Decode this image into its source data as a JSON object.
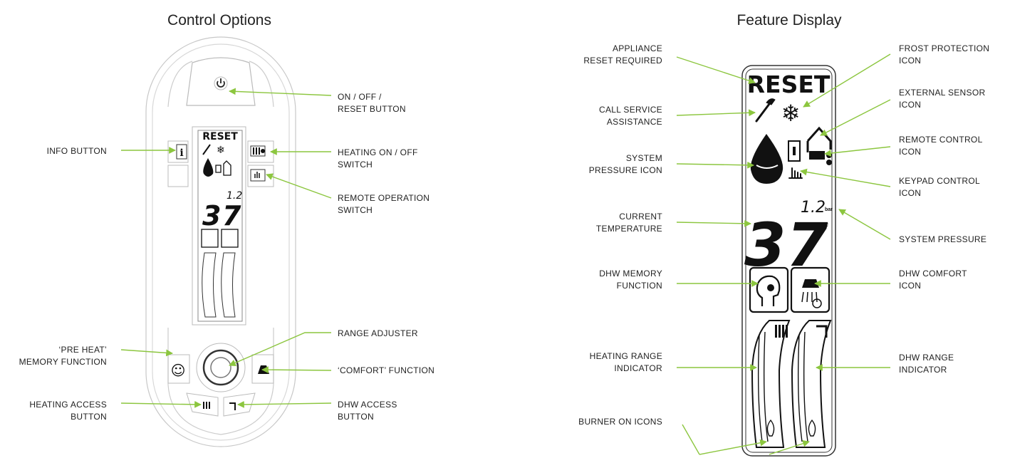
{
  "headings": {
    "left": "Control Options",
    "right": "Feature Display"
  },
  "left_labels": {
    "on_off": [
      "ON / OFF /",
      "RESET BUTTON"
    ],
    "info": [
      "INFO BUTTON"
    ],
    "heating_switch": [
      "HEATING ON / OFF",
      "SWITCH"
    ],
    "remote_op": [
      "REMOTE OPERATION",
      "SWITCH"
    ],
    "range_adjuster": [
      "RANGE ADJUSTER"
    ],
    "pre_heat": [
      "‘PRE HEAT’",
      "MEMORY FUNCTION"
    ],
    "comfort": [
      "‘COMFORT’ FUNCTION"
    ],
    "heating_access": [
      "HEATING ACCESS",
      "BUTTON"
    ],
    "dhw_access": [
      "DHW ACCESS",
      "BUTTON"
    ]
  },
  "right_labels": {
    "appliance_reset": [
      "APPLIANCE",
      "RESET REQUIRED"
    ],
    "call_service": [
      "CALL SERVICE",
      "ASSISTANCE"
    ],
    "system_pressure_icon": [
      "SYSTEM",
      "PRESSURE ICON"
    ],
    "current_temp": [
      "CURRENT",
      "TEMPERATURE"
    ],
    "dhw_memory": [
      "DHW MEMORY",
      "FUNCTION"
    ],
    "heating_range": [
      "HEATING RANGE",
      "INDICATOR"
    ],
    "burner_on": [
      "BURNER ON ICONS"
    ],
    "frost_protection": [
      "FROST PROTECTION",
      "ICON"
    ],
    "external_sensor": [
      "EXTERNAL SENSOR",
      "ICON"
    ],
    "remote_control": [
      "REMOTE CONTROL",
      "ICON"
    ],
    "keypad_control": [
      "KEYPAD CONTROL",
      "ICON"
    ],
    "system_pressure": [
      "SYSTEM PRESSURE"
    ],
    "dhw_comfort": [
      "DHW COMFORT",
      "ICON"
    ],
    "dhw_range": [
      "DHW RANGE",
      "INDICATOR"
    ]
  },
  "display": {
    "reset_text": "RESET",
    "pressure_value": "1.2",
    "pressure_unit": "bar",
    "temp_digit_1": "3",
    "temp_digit_2": "7",
    "temp_unit": "c"
  },
  "colors": {
    "leader_line": "#8cc63f",
    "outline": "#555555"
  }
}
